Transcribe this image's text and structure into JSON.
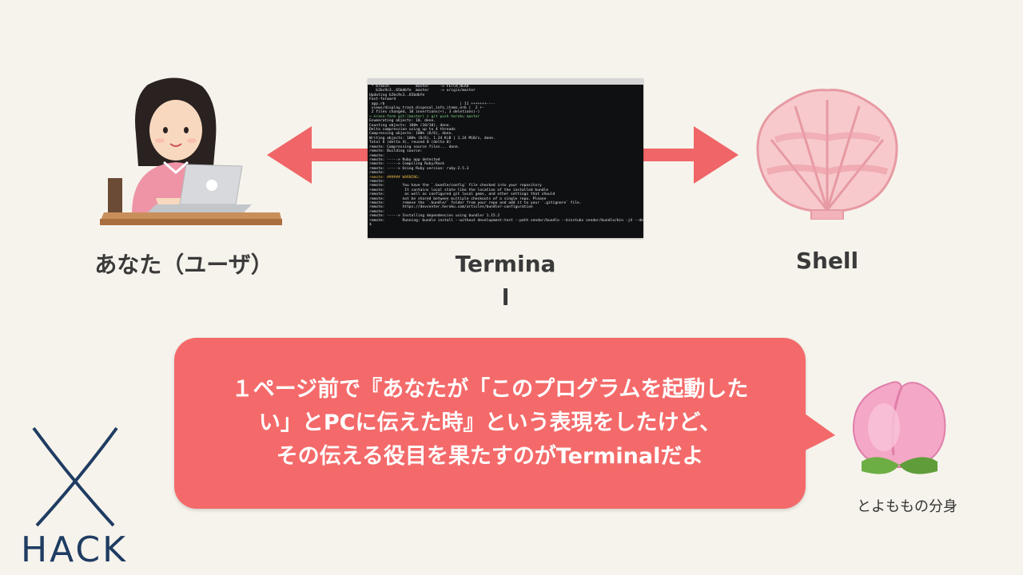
{
  "nodes": {
    "user_label": "あなた（ユーザ）",
    "terminal_label": "Terminal",
    "shell_label": "Shell"
  },
  "terminal": {
    "title": "tmux  -- push Heroku master --  138×45",
    "lines": [
      " * branch            master     -> FETCH_HEAD",
      "   b2bc9c3..65bdbfe  master     -> origin/master",
      "Updating b2bc9c3..65bdbfe",
      "Fast-forward",
      " app.rb                                  | 11 +++++++----",
      " views/display_trash_disposal_info_items.erb |  2 +-",
      " 2 files changed, 10 insertions(+), 3 deletions(-)",
      "→ erase-form git:(master) ✗ git push heroku master",
      "Enumerating objects: 10, done.",
      "Counting objects: 100% (10/10), done.",
      "Delta compression using up to 4 threads",
      "Compressing objects: 100% (6/6), done.",
      "Writing objects: 100% (6/6), 1.24 KiB | 1.24 MiB/s, done.",
      "Total 6 (delta 4), reused 0 (delta 0)",
      "remote: Compressing source files... done.",
      "remote: Building source:",
      "remote:",
      "remote: -----> Ruby app detected",
      "remote: -----> Compiling Ruby/Rack",
      "remote: -----> Using Ruby version: ruby-2.5.3",
      "remote:",
      "remote: ###### WARNING:",
      "remote:",
      "remote:        You have the `.bundle/config` file checked into your repository",
      "remote:         It contains local state like the location of the installed bundle",
      "remote:         as well as configured git local gems, and other settings that should",
      "remote:        not be shared between multiple checkouts of a single repo. Please",
      "remote:        remove the `.bundle/` folder from your repo and add it to your `.gitignore` file.",
      "remote:        https://devcenter.heroku.com/articles/bundler-configuration",
      "remote:",
      "remote: -----> Installing dependencies using bundler 1.15.2",
      "remote:        Running: bundle install --without development:test --path vendor/bundle --binstubs vendor/bundle/bin -j4 --deployment",
      "$"
    ]
  },
  "bubble": {
    "line1": "１ページ前で『あなたが「このプログラムを起動した",
    "line2": "い」とPCに伝えた時』という表現をしたけど、",
    "line3": "その伝える役目を果たすのがTerminalだよ"
  },
  "speaker": {
    "caption": "とよももの分身"
  },
  "logo": {
    "text": "HACK"
  },
  "colors": {
    "arrow": "#f06567",
    "bubble": "#f46a6a",
    "background": "#f6f3ec",
    "logo": "#1f3c62"
  },
  "icons": [
    "person-at-laptop-icon",
    "shell-icon",
    "peach-icon",
    "x-hack-logo-icon"
  ]
}
